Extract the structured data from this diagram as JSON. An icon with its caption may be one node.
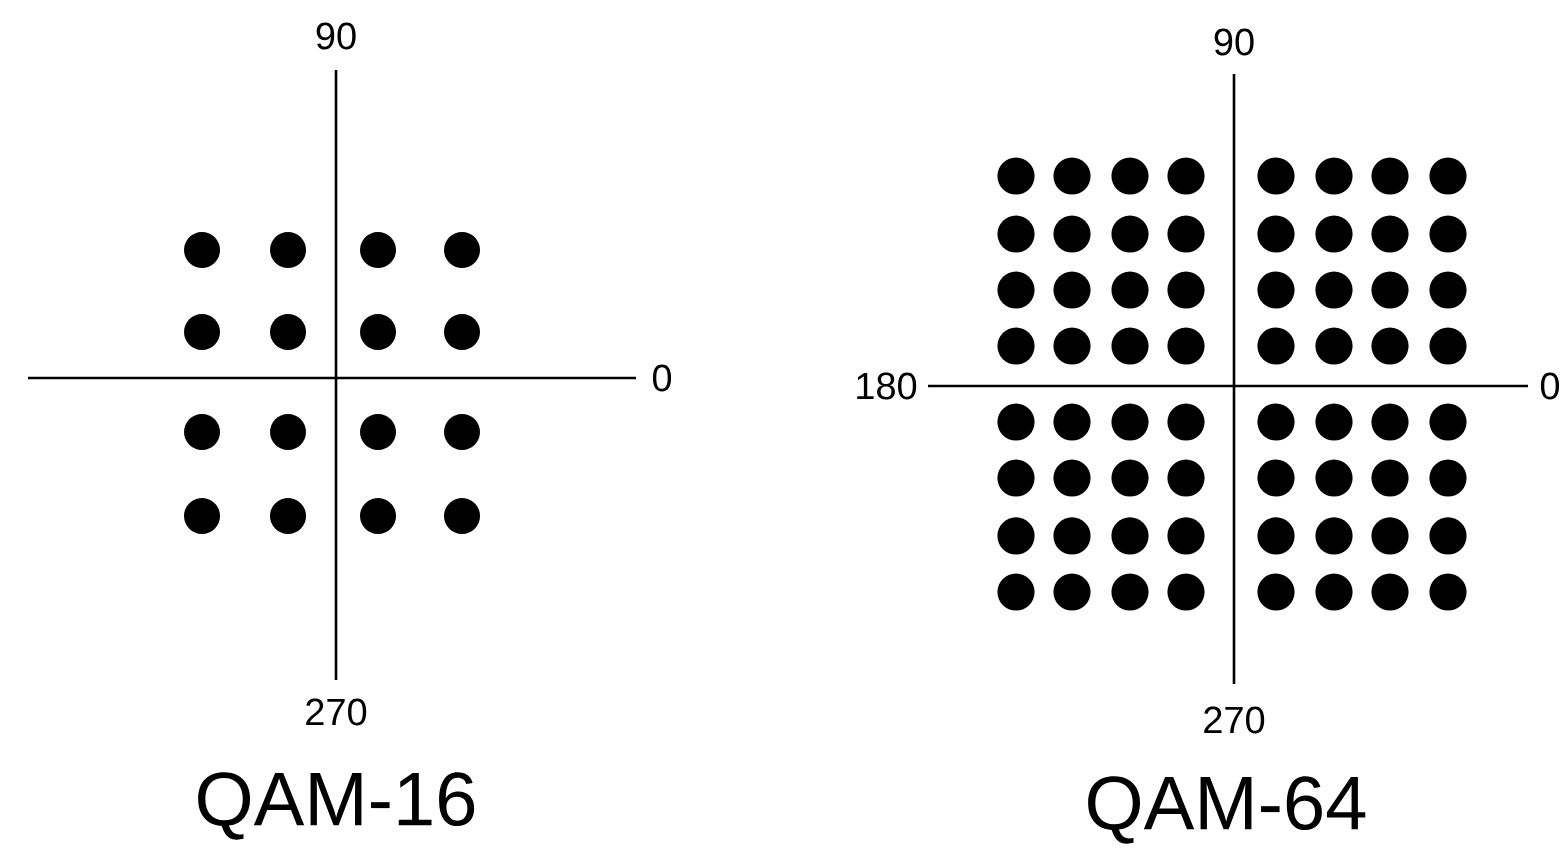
{
  "diagram": {
    "labels": [
      "90",
      "0",
      "270",
      "QAM-16",
      "90",
      "180",
      "0",
      "270",
      "QAM-64"
    ]
  }
}
